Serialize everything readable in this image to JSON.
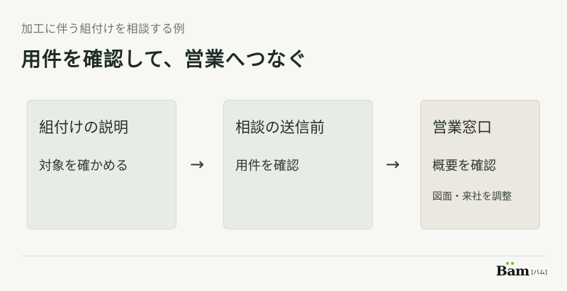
{
  "header": {
    "subtitle": "加工に伴う組付けを相談する例",
    "title": "用件を確認して、営業へつなぐ"
  },
  "steps": [
    {
      "title": "組付けの説明",
      "text": "対象を確かめる",
      "note": ""
    },
    {
      "title": "相談の送信前",
      "text": "用件を確認",
      "note": ""
    },
    {
      "title": "営業窓口",
      "text": "概要を確認",
      "note": "図面・来社を調整"
    }
  ],
  "arrows": [
    "→",
    "→"
  ],
  "logo": {
    "word": "Bam",
    "sub": "[バム]",
    "dot_color": "#6cbf46"
  },
  "colors": {
    "background": "#f7f7f4",
    "card": "#e8ece6",
    "card_highlight": "#ebe8df"
  }
}
